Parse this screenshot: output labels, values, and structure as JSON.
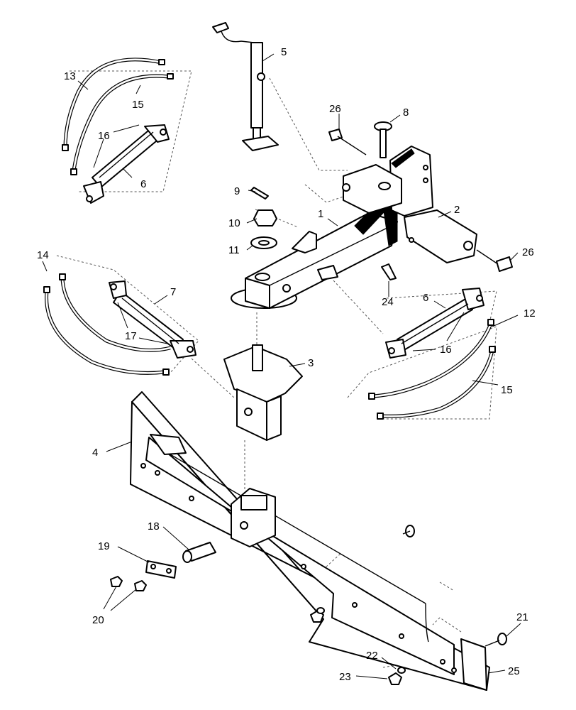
{
  "callouts": {
    "c1": "1",
    "c2": "2",
    "c3": "3",
    "c4": "4",
    "c5": "5",
    "c6a": "6",
    "c6b": "6",
    "c7": "7",
    "c8": "8",
    "c9": "9",
    "c10": "10",
    "c11": "11",
    "c12": "12",
    "c13": "13",
    "c14": "14",
    "c15a": "15",
    "c15b": "15",
    "c16a": "16",
    "c16b": "16",
    "c17": "17",
    "c18": "18",
    "c19": "19",
    "c20": "20",
    "c21": "21",
    "c22": "22",
    "c23": "23",
    "c24": "24",
    "c25": "25",
    "c26a": "26",
    "c26b": "26"
  },
  "colors": {
    "line": "#000000",
    "paper": "#ffffff",
    "guide": "#555555"
  }
}
